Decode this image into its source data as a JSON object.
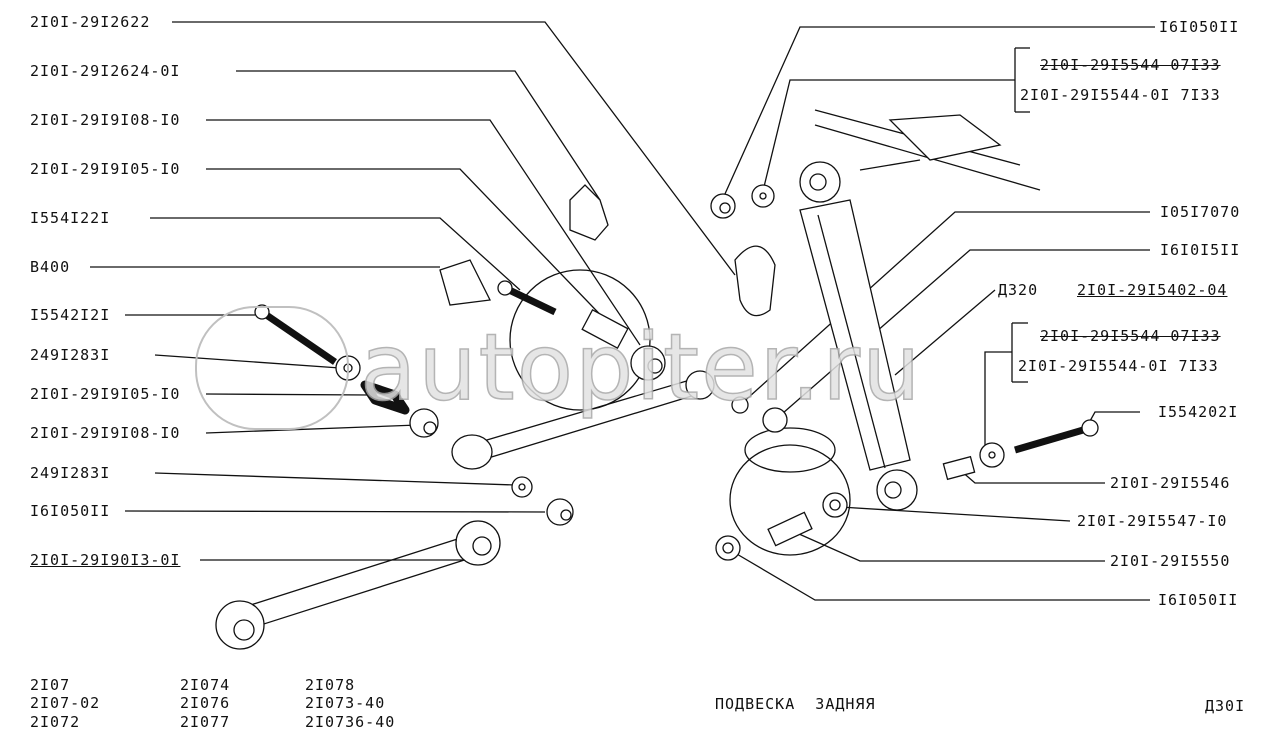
{
  "title": "ПОДВЕСКА  ЗАДНЯЯ",
  "page_code": "Д30I",
  "watermark": "autopiter.ru",
  "left_labels": [
    "2I0I-29I2622",
    "2I0I-29I2624-0I",
    "2I0I-29I9I08-I0",
    "2I0I-29I9I05-I0",
    "I554I22I",
    "B400",
    "I5542I2I",
    "249I283I",
    "2I0I-29I9I05-I0",
    "2I0I-29I9I08-I0",
    "249I283I",
    "I6I050II",
    "2I0I-29I90I3-0I"
  ],
  "right_labels": {
    "nut_top": "I6I050II",
    "washer_top_old": "2I0I-29I5544 07I33",
    "washer_top_new": "2I0I-29I5544-0I 7I33",
    "r3": "I05I7070",
    "r4": "I6I0I5II",
    "shock_ref": "Д320",
    "shock_part": "2I0I-29I5402-04",
    "washer_mid_old": "2I0I-29I5544 07I33",
    "washer_mid_new": "2I0I-29I5544-0I 7I33",
    "bolt": "I554202I",
    "sleeve1": "2I0I-29I5546",
    "sleeve2": "2I0I-29I5547-I0",
    "sleeve3": "2I0I-29I5550",
    "nut_bottom": "I6I050II"
  },
  "models": [
    [
      "2I07",
      "2I07-02",
      "2I072"
    ],
    [
      "2I074",
      "2I076",
      "2I077"
    ],
    [
      "2I078",
      "2I073-40",
      "2I0736-40"
    ]
  ]
}
